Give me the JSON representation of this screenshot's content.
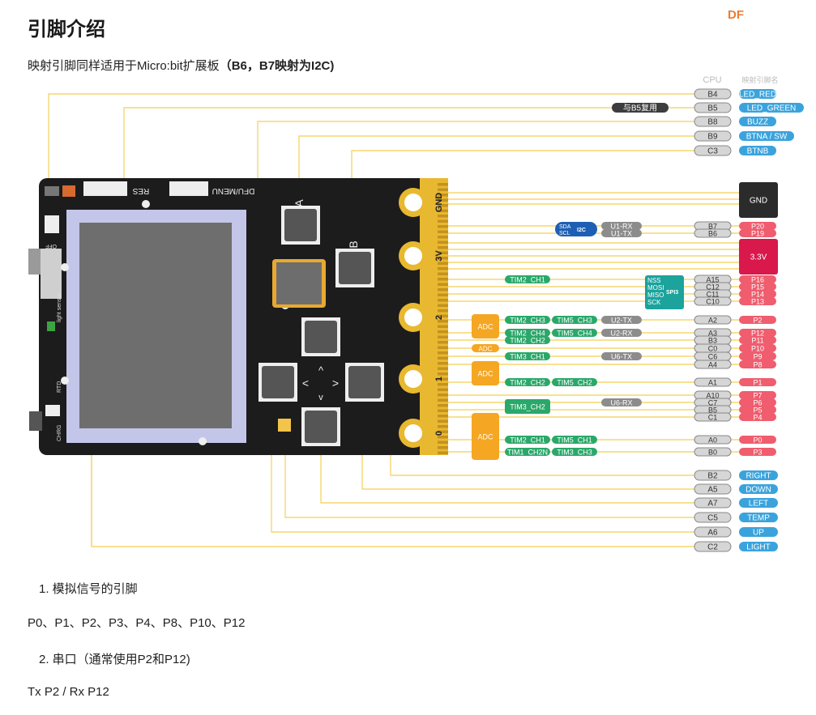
{
  "page": {
    "title": "引脚介绍",
    "logo": "DF",
    "subtitle_prefix": "映射引脚同样适用于Micro:bit扩展板",
    "subtitle_bold": "（B6，B7映射为I2C)"
  },
  "diagram": {
    "col_cpu": "CPU",
    "col_map": "映射引脚名",
    "top_pins": [
      {
        "cpu": "B4",
        "name": "LED_RED"
      },
      {
        "cpu": "B5",
        "name": "LED_GREEN"
      },
      {
        "cpu": "B8",
        "name": "BUZZ"
      },
      {
        "cpu": "B9",
        "name": "BTNA / SW"
      },
      {
        "cpu": "C3",
        "name": "BTNB"
      }
    ],
    "b5_note": "与B5复用",
    "board_labels": {
      "res": "RES",
      "dfu": "DFU/MENU",
      "off": "OFF",
      "light": "light sensor",
      "rtd": "RTD",
      "chrg": "CHRG",
      "btn_a": "A",
      "btn_b": "B",
      "lt": "<",
      "gt": ">",
      "up": "^",
      "down": "v"
    },
    "edge_labels": {
      "gnd": "GND",
      "v3": "3V",
      "p2": "2",
      "p1": "1",
      "p0": "0"
    },
    "power_pins": [
      {
        "name": "GND"
      },
      {
        "name": "3.3V"
      }
    ],
    "right_pins": [
      {
        "cpu": "B7",
        "name": "P20",
        "func": "U1-RX"
      },
      {
        "cpu": "B6",
        "name": "P19",
        "func": "U1-TX"
      },
      {
        "cpu": "A15",
        "name": "P16",
        "func": ""
      },
      {
        "cpu": "C12",
        "name": "P15",
        "func": ""
      },
      {
        "cpu": "C11",
        "name": "P14",
        "func": ""
      },
      {
        "cpu": "C10",
        "name": "P13",
        "func": ""
      },
      {
        "cpu": "A2",
        "name": "P2",
        "func": "U2-TX"
      },
      {
        "cpu": "A3",
        "name": "P12",
        "func": "U2-RX"
      },
      {
        "cpu": "B3",
        "name": "P11",
        "func": ""
      },
      {
        "cpu": "C0",
        "name": "P10",
        "func": ""
      },
      {
        "cpu": "C6",
        "name": "P9",
        "func": "U6-TX"
      },
      {
        "cpu": "A4",
        "name": "P8",
        "func": ""
      },
      {
        "cpu": "A1",
        "name": "P1",
        "func": ""
      },
      {
        "cpu": "A10",
        "name": "P7",
        "func": ""
      },
      {
        "cpu": "C7",
        "name": "P6",
        "func": "U6-RX"
      },
      {
        "cpu": "B5",
        "name": "P5",
        "func": ""
      },
      {
        "cpu": "C1",
        "name": "P4",
        "func": ""
      },
      {
        "cpu": "A0",
        "name": "P0",
        "func": ""
      },
      {
        "cpu": "B0",
        "name": "P3",
        "func": ""
      }
    ],
    "i2c": {
      "sda": "SDA",
      "scl": "SCL",
      "label": "I2C"
    },
    "spi": {
      "nss": "NSS",
      "mosi": "MOSI",
      "miso": "MISO",
      "sck": "SCK",
      "label": "SPI3"
    },
    "adc_label": "ADC",
    "tim": {
      "t1": "TIM2_CH1",
      "t2a": "TIM2_CH3",
      "t2b": "TIM5_CH3",
      "t3a": "TIM2_CH4",
      "t3b": "TIM5_CH4",
      "t4": "TIM2_CH2",
      "t5": "TIM3_CH1",
      "t6a": "TIM2_CH2",
      "t6b": "TIM5_CH2",
      "t7": "TIM3_CH2",
      "t8a": "TIM2_CH1",
      "t8b": "TIM5_CH1",
      "t9a": "TIM1_CH2N",
      "t9b": "TIM3_CH3"
    },
    "bottom_pins": [
      {
        "cpu": "B2",
        "name": "RIGHT"
      },
      {
        "cpu": "A5",
        "name": "DOWN"
      },
      {
        "cpu": "A7",
        "name": "LEFT"
      },
      {
        "cpu": "C5",
        "name": "TEMP"
      },
      {
        "cpu": "A6",
        "name": "UP"
      },
      {
        "cpu": "C2",
        "name": "LIGHT"
      }
    ],
    "colors": {
      "wire": "#f5d76e",
      "board": "#1c1c1c",
      "gold": "#e8b830",
      "blue_tag": "#3ba3dc",
      "red_tag": "#ef5d6e",
      "green_tag": "#2aa86a",
      "orange_adc": "#f5a623",
      "gray_tag": "#d6d6d6",
      "teal_spi": "#1ba39c",
      "gnd": "#2b2b2b",
      "v33": "#d9184b"
    }
  },
  "footer": {
    "item1": "1. 模拟信号的引脚",
    "item1_text": "P0、P1、P2、P3、P4、P8、P10、P12",
    "item2": "2. 串口（通常使用P2和P12)",
    "item2_text": "Tx P2 / Rx P12"
  }
}
